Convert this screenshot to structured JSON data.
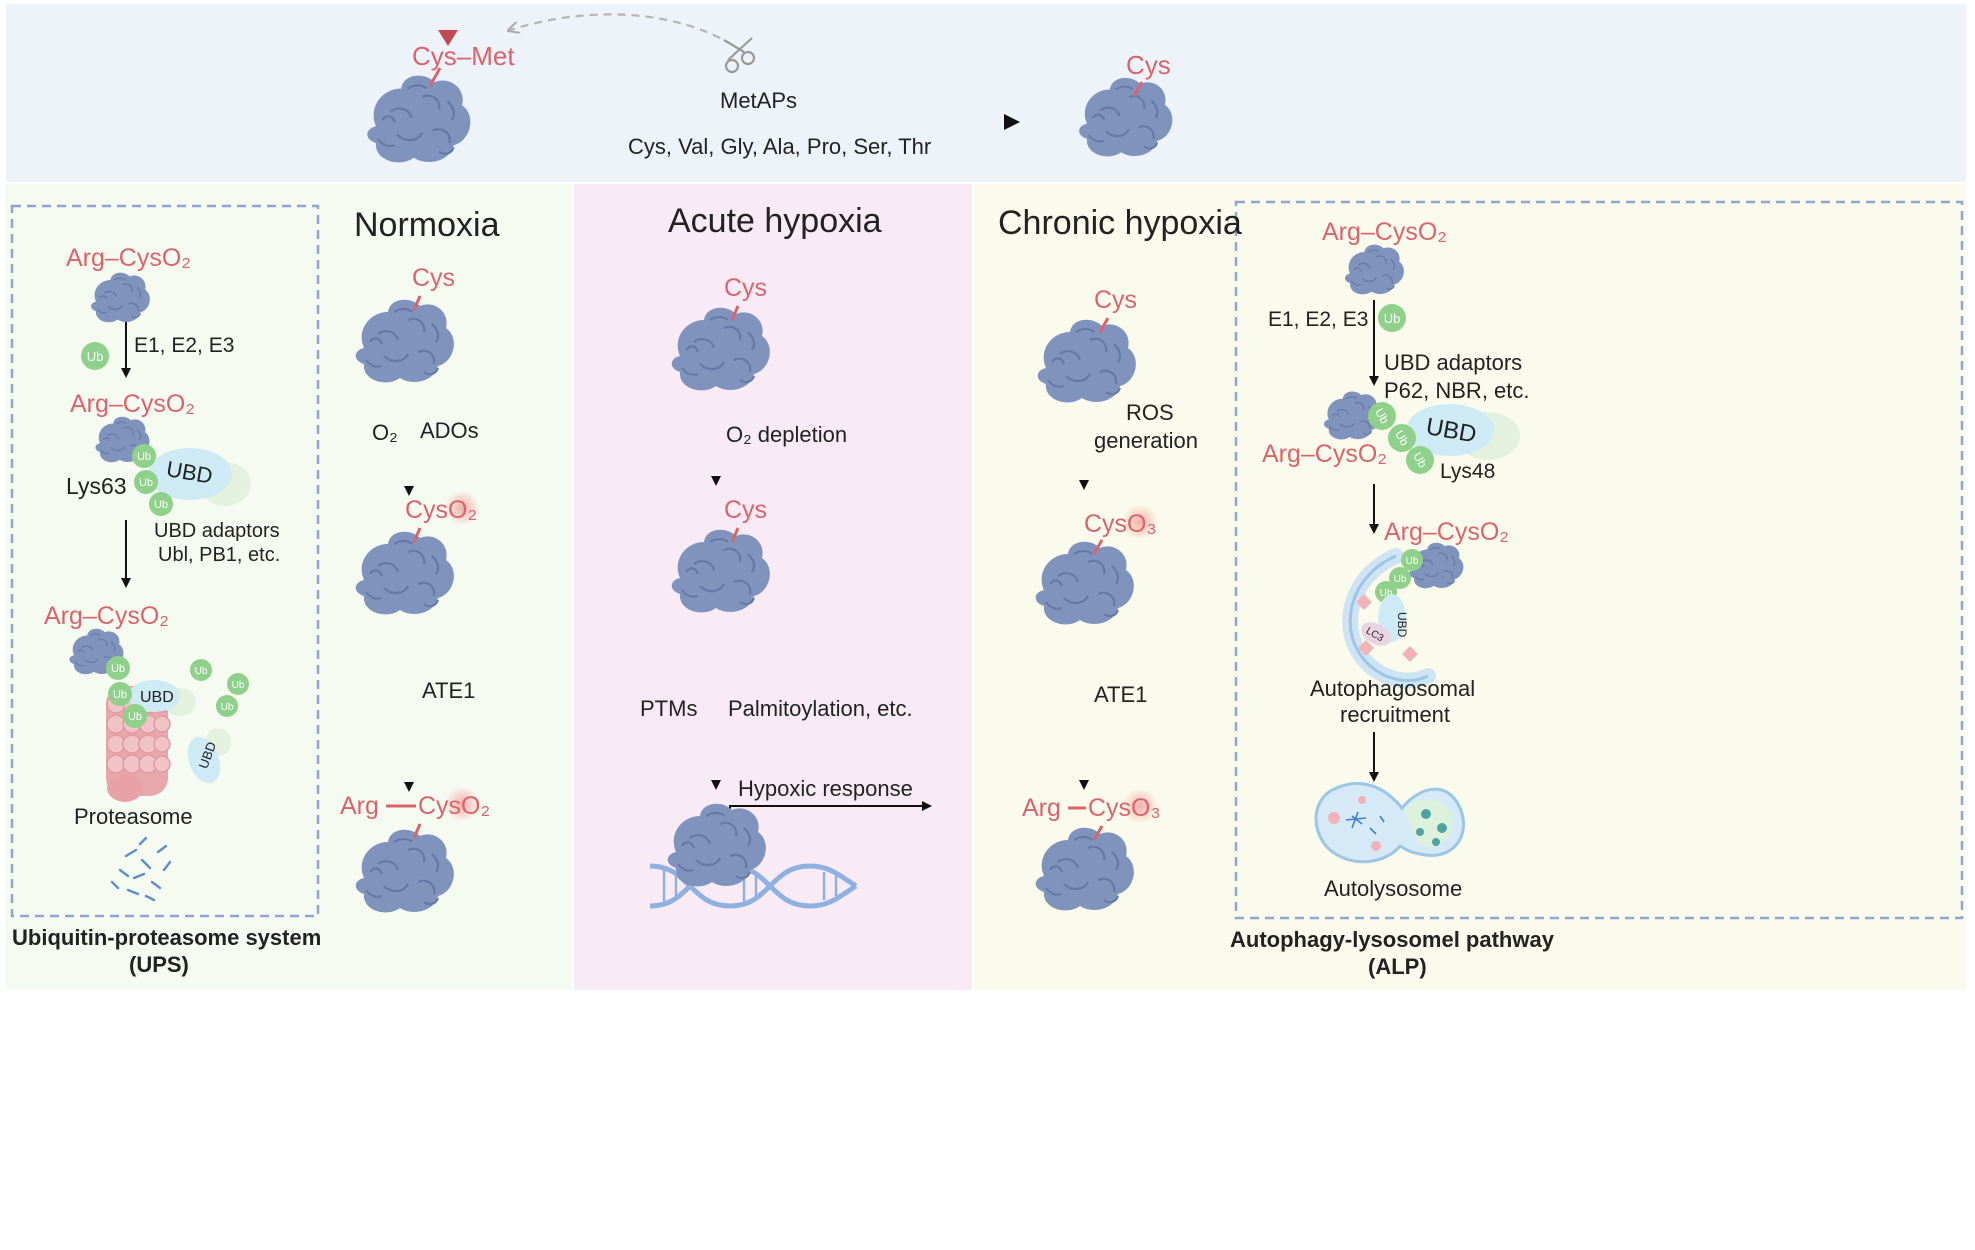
{
  "top": {
    "uncleaved": "Cys–Met",
    "cleaved": "Cys",
    "enzyme": "MetAPs",
    "residues": "Cys, Val, Gly, Ala, Pro, Ser, Thr"
  },
  "ups": {
    "label_1": "Arg–CysO₂",
    "label_2": "Arg–CysO₂",
    "label_3": "Arg–CysO₂",
    "enzymes": "E1, E2, E3",
    "ub": "Ub",
    "ubd": "UBD",
    "lys": "Lys63",
    "adaptors_1": "UBD adaptors",
    "adaptors_2": "Ubl, PB1, etc.",
    "proteasome": "Proteasome",
    "title_1": "Ubiquitin-proteasome system",
    "title_2": "(UPS)"
  },
  "normoxia": {
    "title": "Normoxia",
    "cys": "Cys",
    "o2": "O₂",
    "ados": "ADOs",
    "cyso2": "CysO₂",
    "ate1": "ATE1",
    "arg": "Arg",
    "arg_cys": "CysO₂"
  },
  "acute": {
    "title": "Acute hypoxia",
    "cys_1": "Cys",
    "step_1": "O₂ depletion",
    "cys_2": "Cys",
    "ptms": "PTMs",
    "palm": "Palmitoylation, etc.",
    "response": "Hypoxic response"
  },
  "chronic": {
    "title": "Chronic hypoxia",
    "cys": "Cys",
    "ros_1": "ROS",
    "ros_2": "generation",
    "cyso3": "CysO₃",
    "ate1": "ATE1",
    "arg": "Arg",
    "arg_cys": "CysO₃"
  },
  "alp": {
    "label_1": "Arg–CysO₂",
    "label_2": "Arg–CysO₂",
    "label_3": "Arg–CysO₂",
    "enzymes": "E1, E2, E3",
    "ub": "Ub",
    "adaptors_1": "UBD adaptors",
    "adaptors_2": "P62, NBR, etc.",
    "ubd": "UBD",
    "lys": "Lys48",
    "lc3": "LC3",
    "recruit_1": "Autophagosomal",
    "recruit_2": "recruitment",
    "autolysosome": "Autolysosome",
    "title_1": "Autophagy-lysosomel pathway",
    "title_2": "(ALP)"
  },
  "colors": {
    "red_text": "#d9646c",
    "protein": "#7f93bd",
    "ub_green": "#8fd08a",
    "ubd_blue": "#cdeaf5",
    "dashed_box": "#8fa5d6",
    "top_bg": "#eef3f9",
    "normoxia_bg": "#f6fbf1",
    "acute_bg": "#f8ebf5",
    "chronic_bg": "#fafbec"
  }
}
